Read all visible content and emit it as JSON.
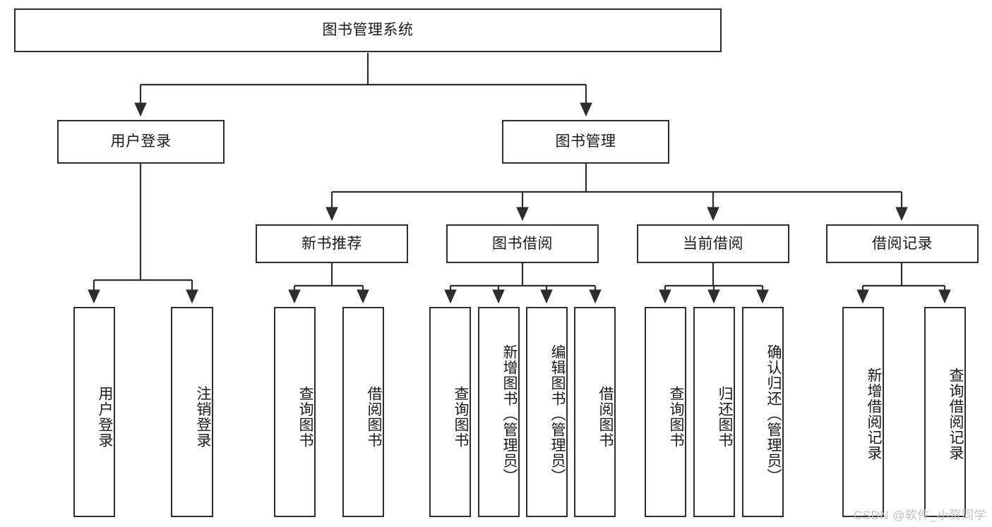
{
  "diagram": {
    "title": "图书管理系统",
    "type": "tree-hierarchy",
    "root": {
      "label": "图书管理系统"
    },
    "level2": [
      {
        "label": "用户登录"
      },
      {
        "label": "图书管理"
      }
    ],
    "level3": [
      {
        "label": "新书推荐"
      },
      {
        "label": "图书借阅"
      },
      {
        "label": "当前借阅"
      },
      {
        "label": "借阅记录"
      }
    ],
    "leaves": {
      "user_login": [
        {
          "label": "用户登录"
        },
        {
          "label": "注销登录"
        }
      ],
      "new_book_recommend": [
        {
          "label": "查询图书"
        },
        {
          "label": "借阅图书"
        }
      ],
      "book_borrow": [
        {
          "label": "查询图书"
        },
        {
          "label": "新增图书（管理员）"
        },
        {
          "label": "编辑图书（管理员）"
        },
        {
          "label": "借阅图书"
        }
      ],
      "current_borrow": [
        {
          "label": "查询图书"
        },
        {
          "label": "归还图书"
        },
        {
          "label": "确认归还（管理员）"
        }
      ],
      "borrow_record": [
        {
          "label": "新增借阅记录"
        },
        {
          "label": "查询借阅记录"
        }
      ]
    }
  },
  "watermark": {
    "text": "CSDN @软件_小贺同学"
  },
  "colors": {
    "stroke": "#2e2e2e",
    "background": "#ffffff",
    "text": "#1a1a1a",
    "watermark": "#c3c3c3"
  }
}
